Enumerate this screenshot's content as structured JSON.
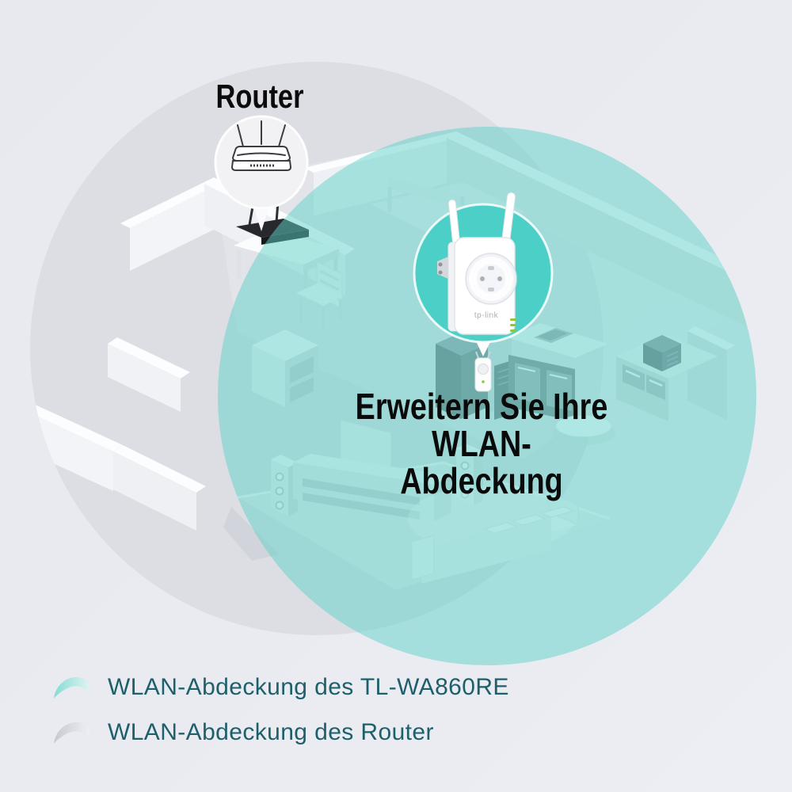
{
  "labels": {
    "router": "Router",
    "headline_line1": "Erweitern Sie Ihre",
    "headline_line2": "WLAN-Abdeckung",
    "product_logo": "tp-link"
  },
  "legend": {
    "items": [
      {
        "id": "extender-coverage",
        "label": "WLAN-Abdeckung des TL-WA860RE",
        "color": "#5fd1c8"
      },
      {
        "id": "router-coverage",
        "label": "WLAN-Abdeckung des Router",
        "color": "#ced1d9"
      }
    ]
  },
  "devices": {
    "router": {
      "label": "Router",
      "antennas": 3
    },
    "extender": {
      "model": "TL-WA860RE",
      "antennas": 2
    }
  },
  "colors": {
    "background": "#e9ebf1",
    "router_coverage_fill": "#dcdee4",
    "extender_coverage_fill": "#5fd1c8",
    "extender_bubble_fill": "#4bcfc6",
    "router_bubble_fill": "#f2f2f5",
    "headline_text": "#0b0b0c",
    "legend_text": "#1d5f6b",
    "led_green": "#8dc63f"
  }
}
